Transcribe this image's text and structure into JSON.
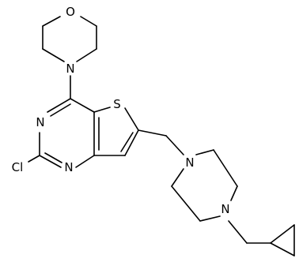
{
  "molecule": {
    "atoms": {
      "morpholine_o": "O",
      "morpholine_n": "N",
      "thiophene_s": "S",
      "pyrimidine_n1": "N",
      "pyrimidine_n3": "N",
      "chloro": "Cl",
      "piperazine_n1": "N",
      "piperazine_n4": "N"
    }
  }
}
